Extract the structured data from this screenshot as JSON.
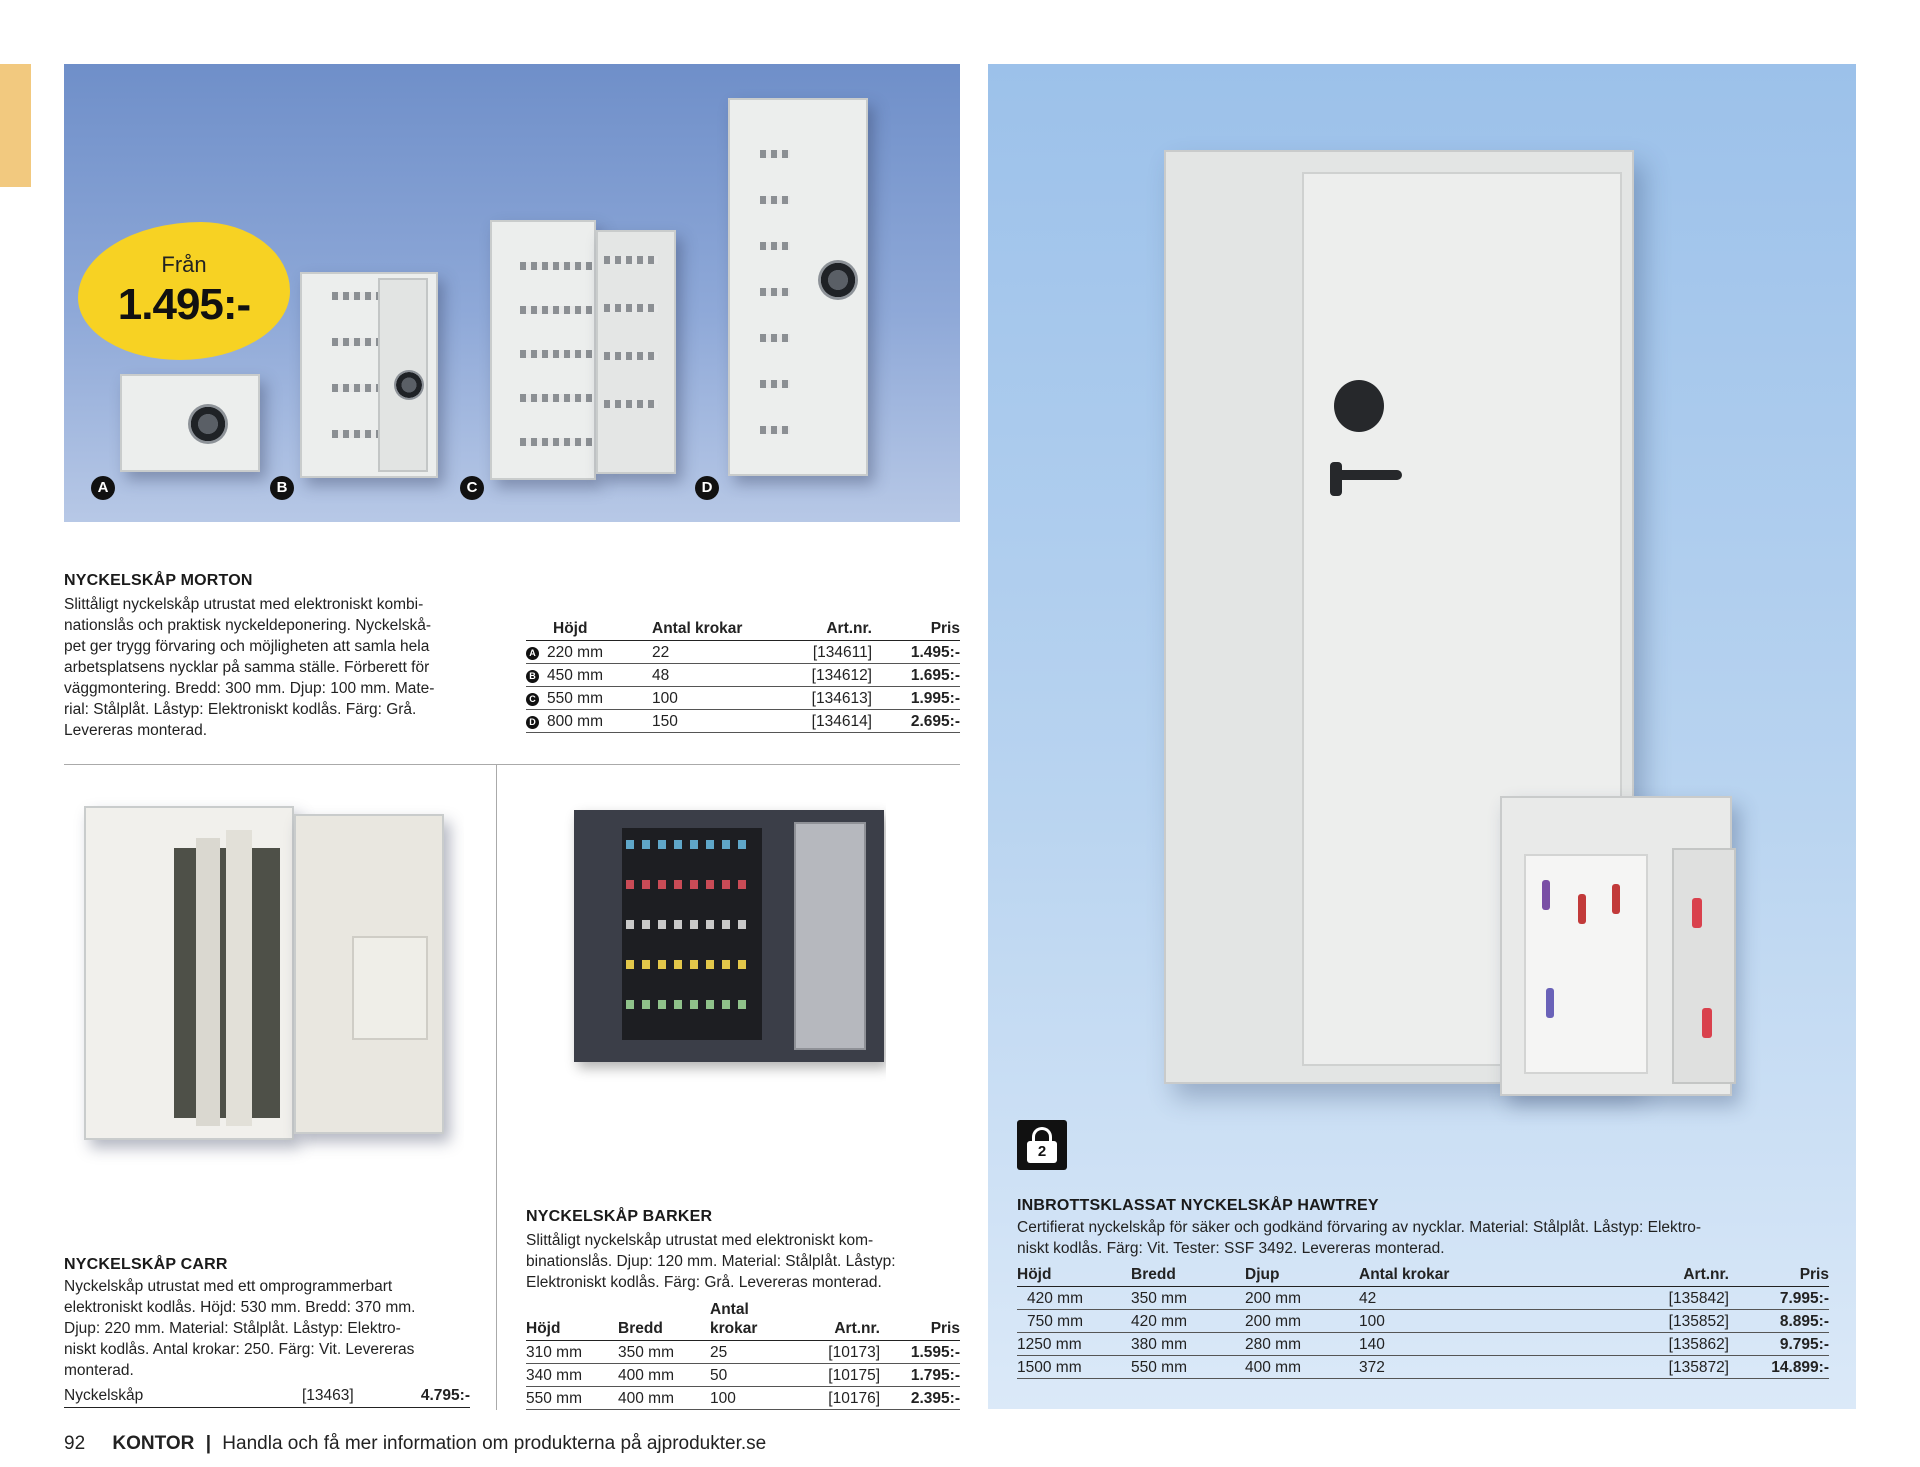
{
  "price_badge": {
    "from": "Från",
    "price": "1.495:-"
  },
  "variant_letters": [
    "A",
    "B",
    "C",
    "D"
  ],
  "morton": {
    "title": "NYCKELSKÅP MORTON",
    "description_lines": [
      "Slittåligt nyckelskåp utrustat med elektroniskt kombi-",
      "nationslås och praktisk nyckeldeponering. Nyckelskå-",
      "pet ger trygg förvaring och möjligheten att samla hela",
      "arbetsplatsens nycklar på samma ställe. Förberett för",
      "väggmontering. Bredd: 300 mm. Djup: 100 mm. Mate-",
      "rial: Stålplåt. Låstyp: Elektroniskt kodlås. Färg: Grå.",
      "Levereras monterad."
    ],
    "headers": [
      "Höjd",
      "Antal krokar",
      "Art.nr.",
      "Pris"
    ],
    "rows": [
      {
        "variant": "A",
        "hojd": "220 mm",
        "krokar": "22",
        "artnr": "[134611]",
        "pris": "1.495:-"
      },
      {
        "variant": "B",
        "hojd": "450 mm",
        "krokar": "48",
        "artnr": "[134612]",
        "pris": "1.695:-"
      },
      {
        "variant": "C",
        "hojd": "550 mm",
        "krokar": "100",
        "artnr": "[134613]",
        "pris": "1.995:-"
      },
      {
        "variant": "D",
        "hojd": "800 mm",
        "krokar": "150",
        "artnr": "[134614]",
        "pris": "2.695:-"
      }
    ]
  },
  "carr": {
    "title": "NYCKELSKÅP CARR",
    "description_lines": [
      "Nyckelskåp utrustat med ett omprogrammerbart",
      "elektroniskt kodlås. Höjd: 530 mm. Bredd: 370 mm.",
      "Djup: 220 mm. Material: Stålplåt. Låstyp: Elektro-",
      "niskt kodlås. Antal krokar: 250. Färg: Vit. Levereras",
      "monterad."
    ],
    "row": {
      "name": "Nyckelskåp",
      "artnr": "[13463]",
      "pris": "4.795:-"
    }
  },
  "barker": {
    "title": "NYCKELSKÅP BARKER",
    "description_lines": [
      "Slittåligt nyckelskåp utrustat med elektroniskt kom-",
      "binationslås. Djup: 120 mm. Material: Stålplåt. Låstyp:",
      "Elektroniskt kodlås. Färg: Grå. Levereras monterad."
    ],
    "headers": {
      "hojd": "Höjd",
      "bredd": "Bredd",
      "krokar_1": "Antal",
      "krokar_2": "krokar",
      "artnr": "Art.nr.",
      "pris": "Pris"
    },
    "rows": [
      {
        "hojd": "310 mm",
        "bredd": "350 mm",
        "krokar": "25",
        "artnr": "[10173]",
        "pris": "1.595:-"
      },
      {
        "hojd": "340 mm",
        "bredd": "400 mm",
        "krokar": "50",
        "artnr": "[10175]",
        "pris": "1.795:-"
      },
      {
        "hojd": "550 mm",
        "bredd": "400 mm",
        "krokar": "100",
        "artnr": "[10176]",
        "pris": "2.395:-"
      }
    ]
  },
  "hawtrey": {
    "lock_class": "2",
    "title": "INBROTTSKLASSAT NYCKELSKÅP HAWTREY",
    "description_lines": [
      "Certifierat nyckelskåp för säker och godkänd förvaring av nycklar. Material: Stålplåt. Låstyp: Elektro-",
      "niskt kodlås. Färg: Vit. Tester: SSF 3492. Levereras monterad."
    ],
    "headers": [
      "Höjd",
      "Bredd",
      "Djup",
      "Antal krokar",
      "Art.nr.",
      "Pris"
    ],
    "rows": [
      {
        "hojd": "420 mm",
        "bredd": "350 mm",
        "djup": "200 mm",
        "krokar": "42",
        "artnr": "[135842]",
        "pris": "7.995:-"
      },
      {
        "hojd": "750 mm",
        "bredd": "420 mm",
        "djup": "200 mm",
        "krokar": "100",
        "artnr": "[135852]",
        "pris": "8.895:-"
      },
      {
        "hojd": "1250 mm",
        "bredd": "380 mm",
        "djup": "280 mm",
        "krokar": "140",
        "artnr": "[135862]",
        "pris": "9.795:-"
      },
      {
        "hojd": "1500 mm",
        "bredd": "550 mm",
        "djup": "400 mm",
        "krokar": "372",
        "artnr": "[135872]",
        "pris": "14.899:-"
      }
    ]
  },
  "footer": {
    "page_number": "92",
    "section": "KONTOR",
    "separator": "|",
    "text": "Handla och få mer information om produkterna på ajprodukter.se"
  }
}
